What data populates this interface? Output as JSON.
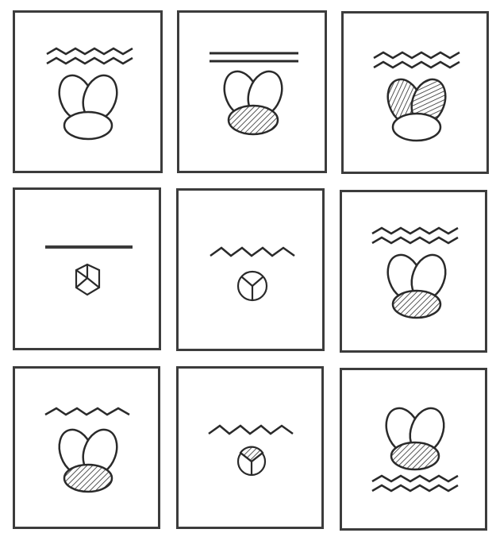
{
  "puzzle": {
    "cells": [
      {
        "row": 1,
        "col": 1,
        "line": "wavy-double",
        "line_position": "above",
        "shape": "large-three-lobe",
        "shaded_lobes": []
      },
      {
        "row": 1,
        "col": 2,
        "line": "straight-double",
        "line_position": "above",
        "shape": "large-three-lobe",
        "shaded_lobes": [
          "bottom"
        ]
      },
      {
        "row": 1,
        "col": 3,
        "line": "wavy-double",
        "line_position": "above",
        "shape": "large-three-lobe",
        "shaded_lobes": [
          "left",
          "right"
        ]
      },
      {
        "row": 2,
        "col": 1,
        "line": "straight-single",
        "line_position": "above",
        "shape": "small-three-lobe",
        "shaded_lobes": []
      },
      {
        "row": 2,
        "col": 2,
        "line": "wavy-single",
        "line_position": "above",
        "shape": "small-three-lobe",
        "shaded_lobes": []
      },
      {
        "row": 2,
        "col": 3,
        "line": "wavy-double",
        "line_position": "above",
        "shape": "large-three-lobe",
        "shaded_lobes": [
          "bottom"
        ]
      },
      {
        "row": 3,
        "col": 1,
        "line": "wavy-single",
        "line_position": "above",
        "shape": "large-three-lobe",
        "shaded_lobes": [
          "bottom"
        ]
      },
      {
        "row": 3,
        "col": 2,
        "line": "wavy-single",
        "line_position": "above",
        "shape": "small-three-lobe",
        "shaded_lobes": [
          "top"
        ]
      },
      {
        "row": 3,
        "col": 3,
        "line": "wavy-double",
        "line_position": "below",
        "shape": "large-three-lobe",
        "shaded_lobes": [
          "bottom"
        ]
      }
    ]
  }
}
